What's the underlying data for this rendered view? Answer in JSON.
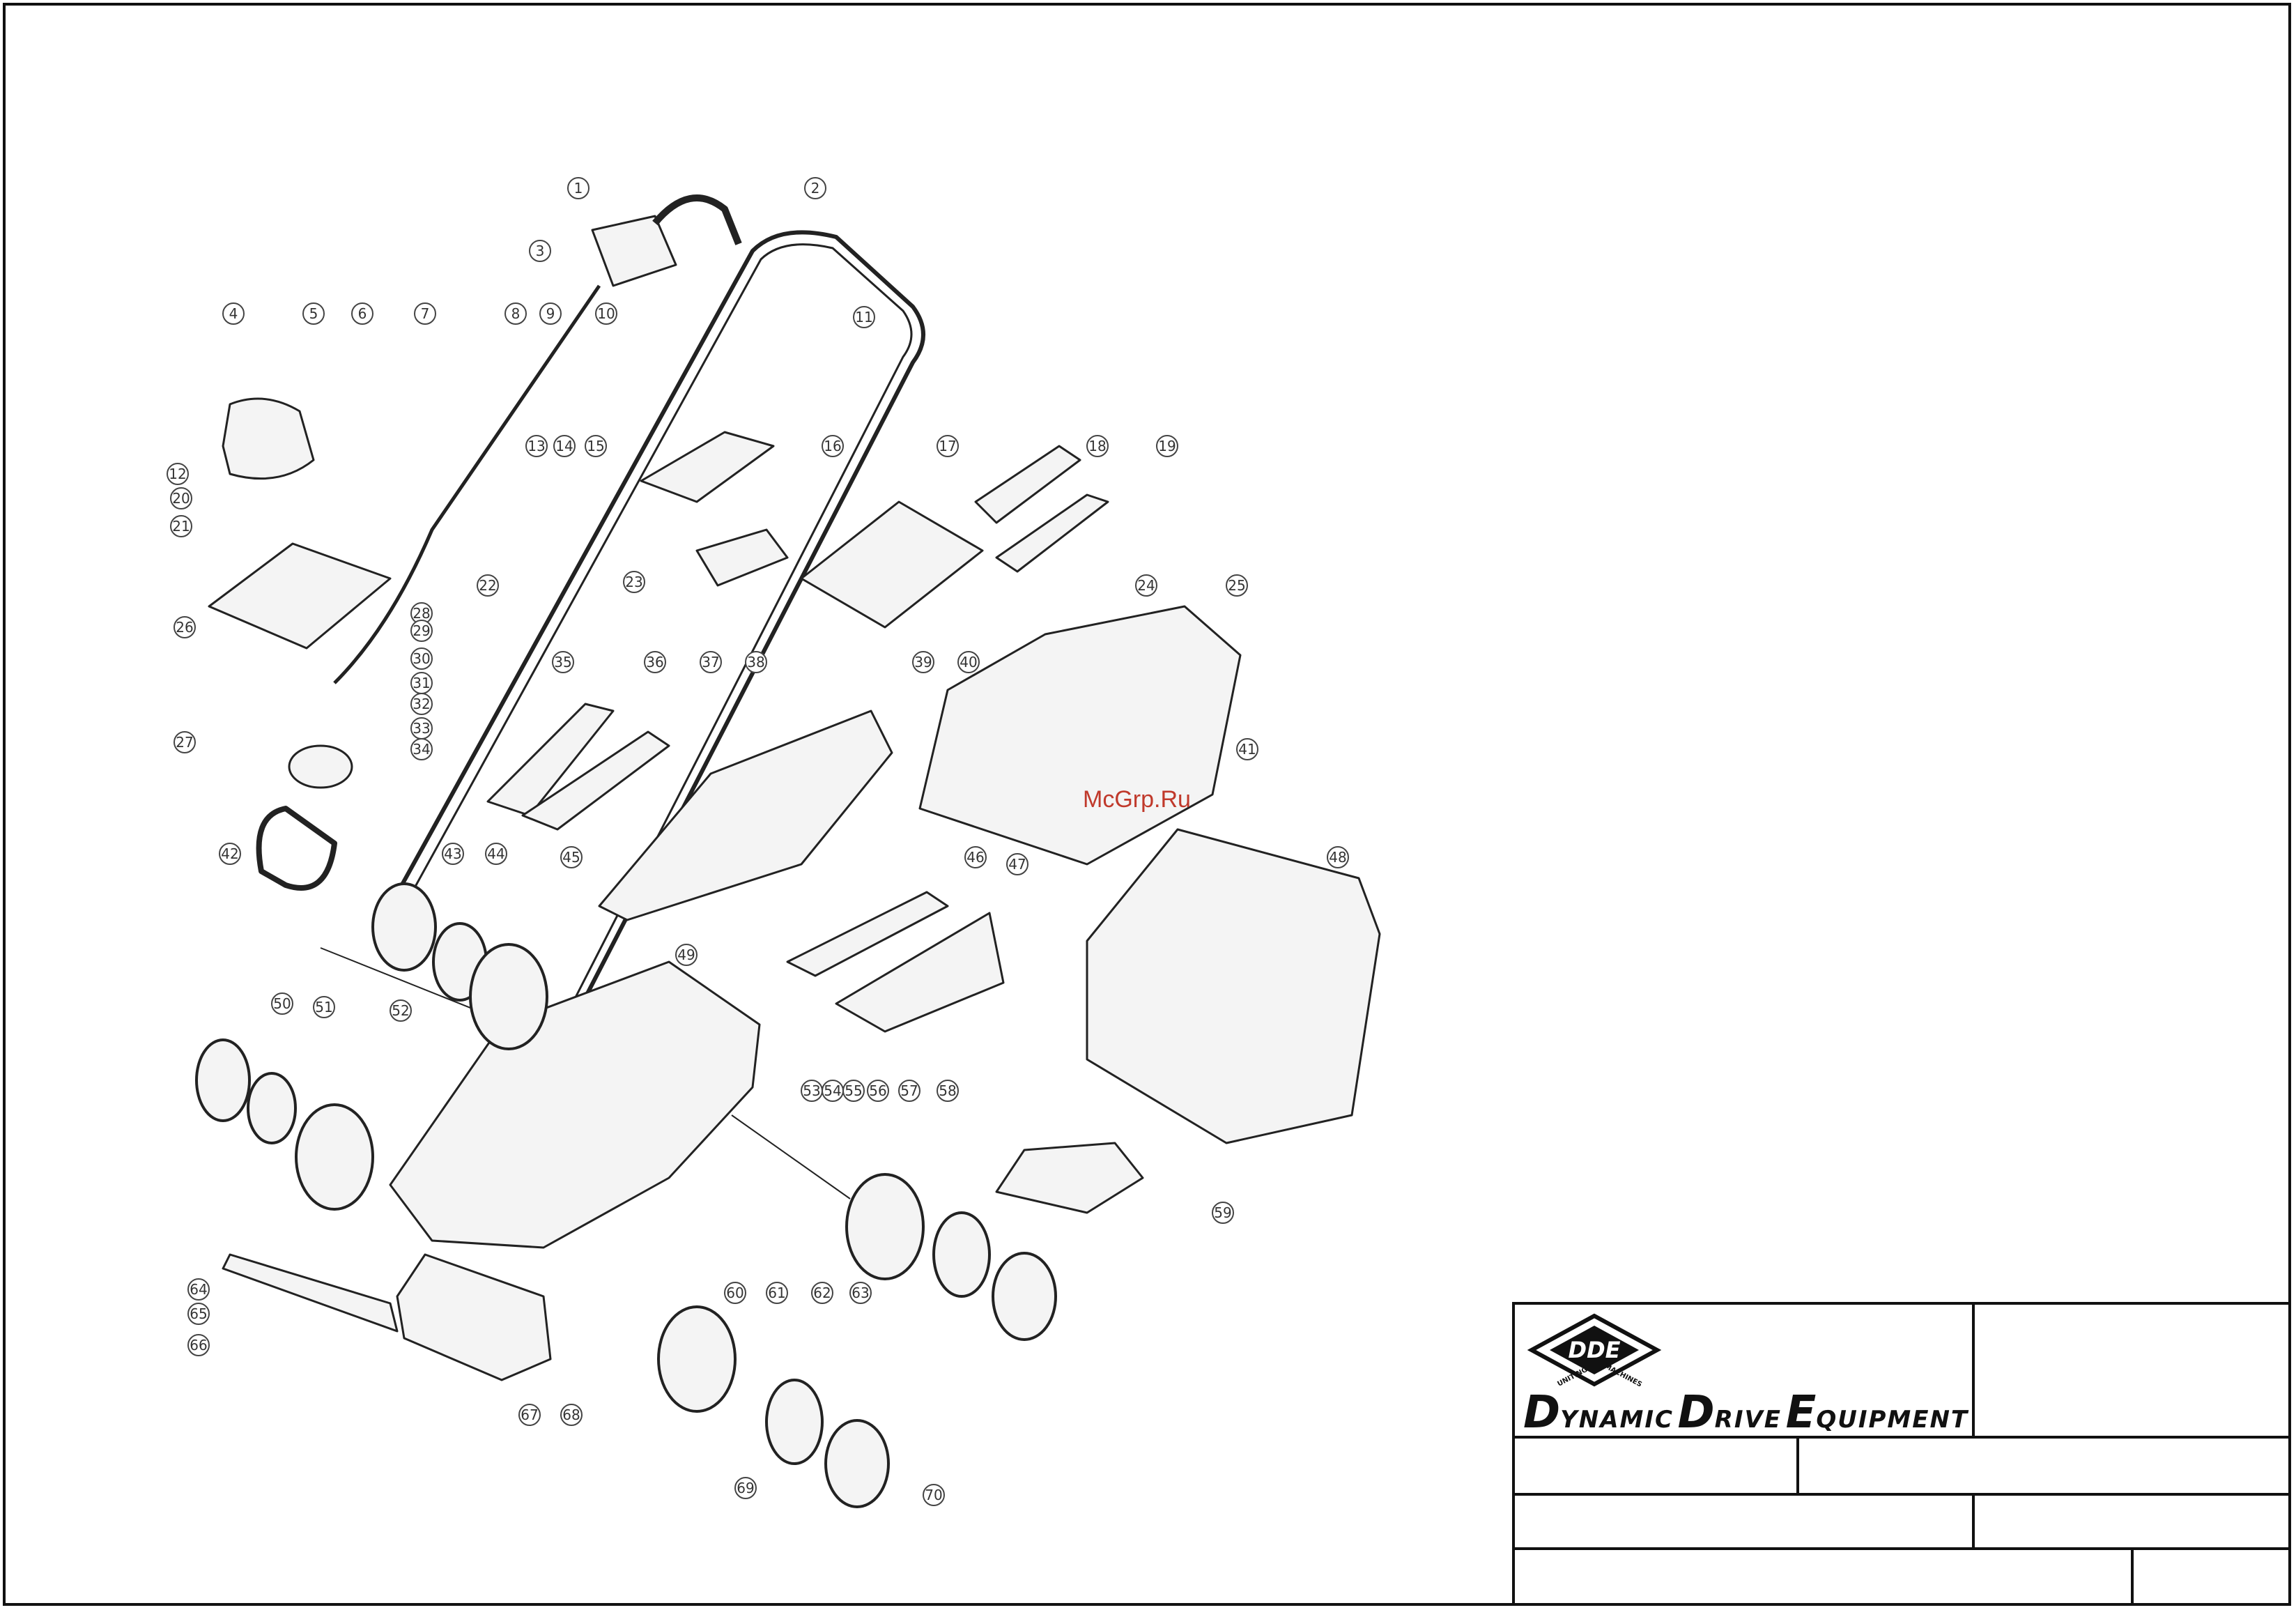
{
  "watermark": "McGrp.Ru",
  "brand": {
    "logo_text": "DDE",
    "logo_ring_left": "UNITING",
    "logo_ring_right": "MACHINES",
    "word1_cap": "D",
    "word1_rest": "YNAMIC",
    "word2_cap": "D",
    "word2_rest": "RIVE",
    "word3_cap": "E",
    "word3_rest": "QUIPMENT"
  },
  "callouts": [
    {
      "n": "1"
    },
    {
      "n": "2"
    },
    {
      "n": "3"
    },
    {
      "n": "4"
    },
    {
      "n": "5"
    },
    {
      "n": "6"
    },
    {
      "n": "7"
    },
    {
      "n": "8"
    },
    {
      "n": "9"
    },
    {
      "n": "10"
    },
    {
      "n": "11"
    },
    {
      "n": "12"
    },
    {
      "n": "13"
    },
    {
      "n": "14"
    },
    {
      "n": "15"
    },
    {
      "n": "16"
    },
    {
      "n": "17"
    },
    {
      "n": "18"
    },
    {
      "n": "19"
    },
    {
      "n": "20"
    },
    {
      "n": "21"
    },
    {
      "n": "22"
    },
    {
      "n": "23"
    },
    {
      "n": "24"
    },
    {
      "n": "25"
    },
    {
      "n": "26"
    },
    {
      "n": "27"
    },
    {
      "n": "28"
    },
    {
      "n": "29"
    },
    {
      "n": "30"
    },
    {
      "n": "31"
    },
    {
      "n": "32"
    },
    {
      "n": "33"
    },
    {
      "n": "34"
    },
    {
      "n": "35"
    },
    {
      "n": "36"
    },
    {
      "n": "37"
    },
    {
      "n": "38"
    },
    {
      "n": "39"
    },
    {
      "n": "40"
    },
    {
      "n": "41"
    },
    {
      "n": "42"
    },
    {
      "n": "43"
    },
    {
      "n": "44"
    },
    {
      "n": "45"
    },
    {
      "n": "46"
    },
    {
      "n": "47"
    },
    {
      "n": "48"
    },
    {
      "n": "49"
    },
    {
      "n": "50"
    },
    {
      "n": "51"
    },
    {
      "n": "52"
    },
    {
      "n": "53"
    },
    {
      "n": "54"
    },
    {
      "n": "55"
    },
    {
      "n": "56"
    },
    {
      "n": "57"
    },
    {
      "n": "58"
    },
    {
      "n": "59"
    },
    {
      "n": "60"
    },
    {
      "n": "61"
    },
    {
      "n": "62"
    },
    {
      "n": "63"
    },
    {
      "n": "64"
    },
    {
      "n": "65"
    },
    {
      "n": "66"
    },
    {
      "n": "67"
    },
    {
      "n": "68"
    },
    {
      "n": "69"
    },
    {
      "n": "70"
    }
  ],
  "colors": {
    "ink": "#111111",
    "watermark": "#c0392b",
    "part_fill": "#f4f4f4"
  }
}
